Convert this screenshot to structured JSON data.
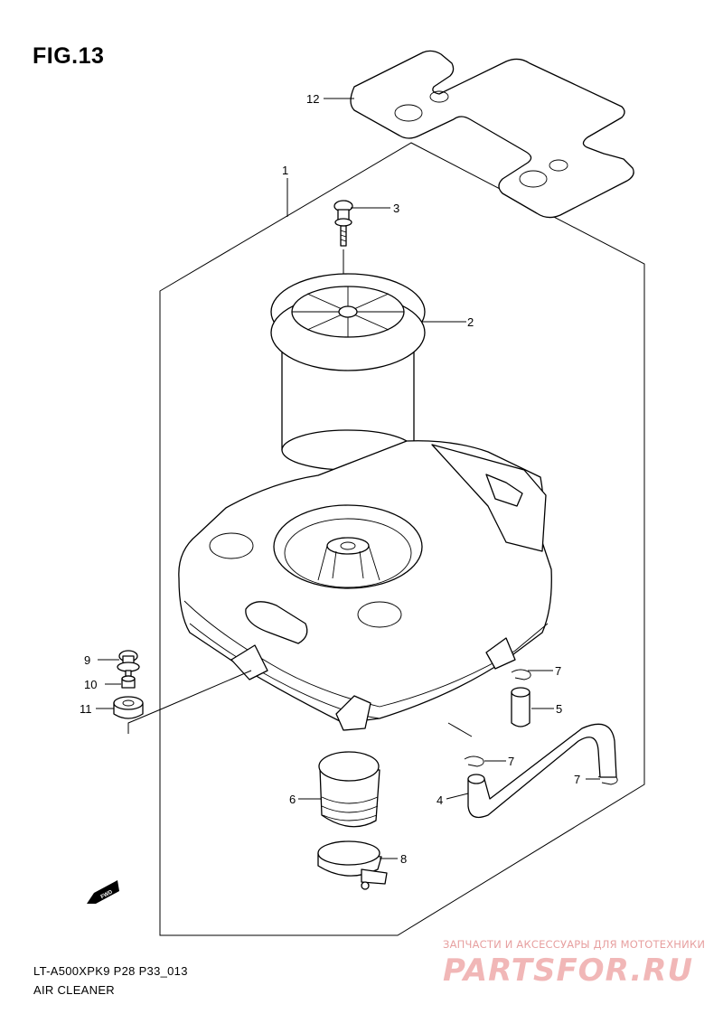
{
  "figure": {
    "title": "FIG.13"
  },
  "callouts": {
    "p1": "1",
    "p2": "2",
    "p3": "3",
    "p4": "4",
    "p5": "5",
    "p6": "6",
    "p7a": "7",
    "p7b": "7",
    "p7c": "7",
    "p8": "8",
    "p9": "9",
    "p10": "10",
    "p11": "11",
    "p12": "12"
  },
  "direction_badge": "FWD",
  "footer": {
    "code": "LT-A500XPK9 P28 P33_013",
    "caption": "AIR CLEANER"
  },
  "watermark": {
    "tagline": "ЗАПЧАСТИ И АКСЕССУАРЫ ДЛЯ МОТОТЕХНИКИ",
    "brand": "PARTSFOR.RU"
  }
}
